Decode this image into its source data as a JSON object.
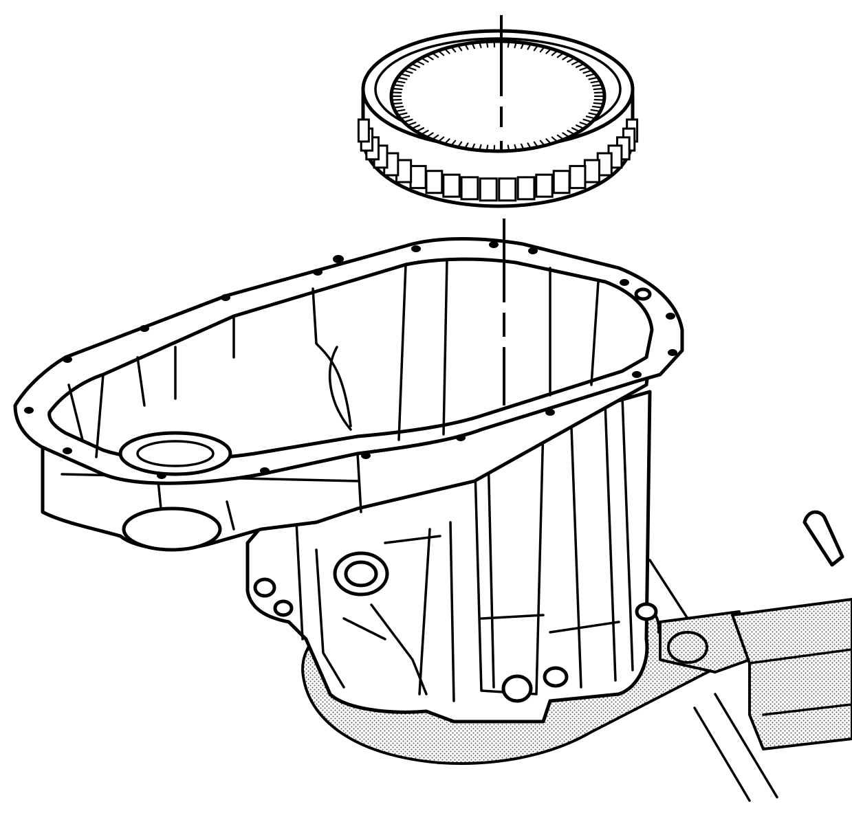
{
  "figure": {
    "parts": [
      {
        "name": "gear-ring",
        "kind": "internal-toothed ring with external lugs"
      },
      {
        "name": "transfer-case-housing",
        "kind": "cast housing with bolt flange"
      },
      {
        "name": "holding-fixture",
        "kind": "stippled bench fixture with arm"
      }
    ],
    "colors": {
      "line": "#000000",
      "fill": "#ffffff",
      "stipple": "#9a9a9a"
    },
    "labels": []
  }
}
